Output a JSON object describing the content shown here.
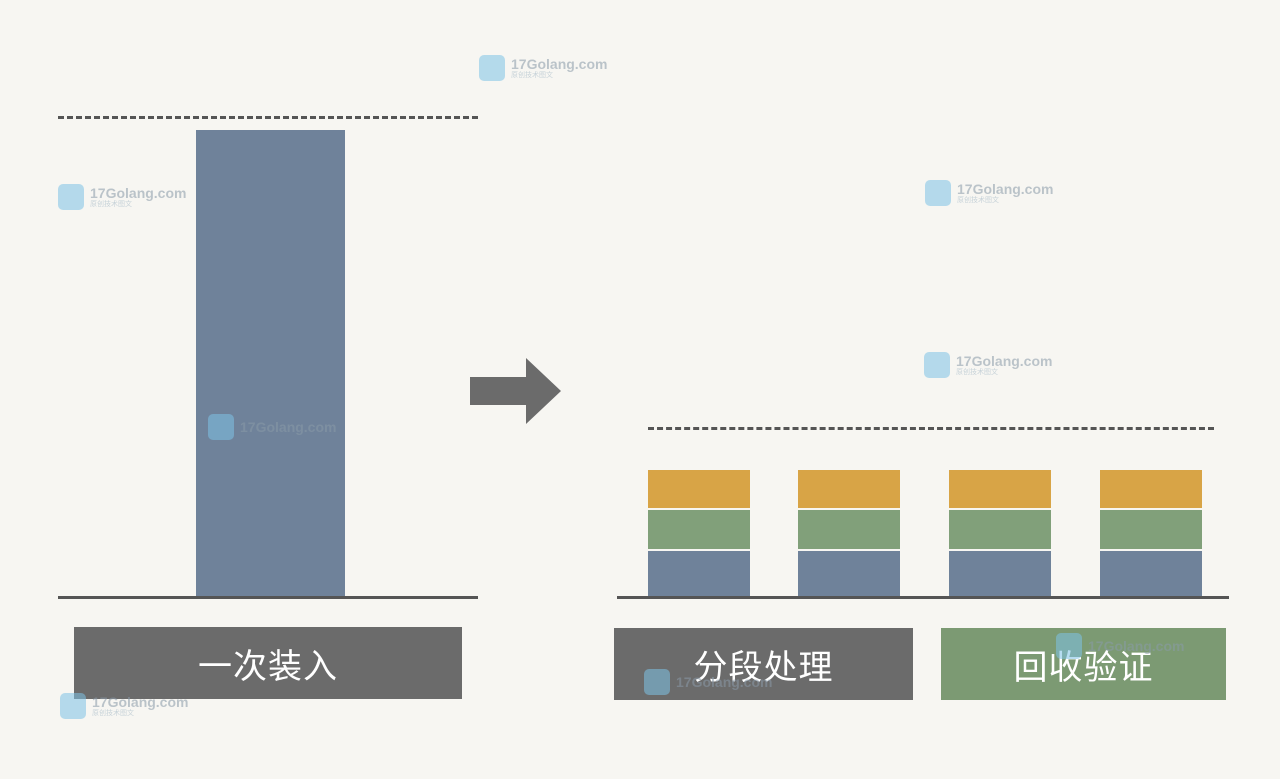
{
  "labels": {
    "left": "一次装入",
    "middle": "分段处理",
    "right": "回收验证"
  },
  "colors": {
    "background": "#f7f6f2",
    "tall_bar": "#6f829a",
    "segment_top": "#d8a446",
    "segment_mid": "#81a07a",
    "segment_bottom": "#6f829a",
    "label_gray": "#6b6b6b",
    "label_green": "#7c9a73",
    "dash_line": "#555555",
    "arrow": "#6b6b6b"
  },
  "segment_stacks_count": 4,
  "watermark": {
    "site": "17Golang.com",
    "sub": "原创技术图文"
  }
}
